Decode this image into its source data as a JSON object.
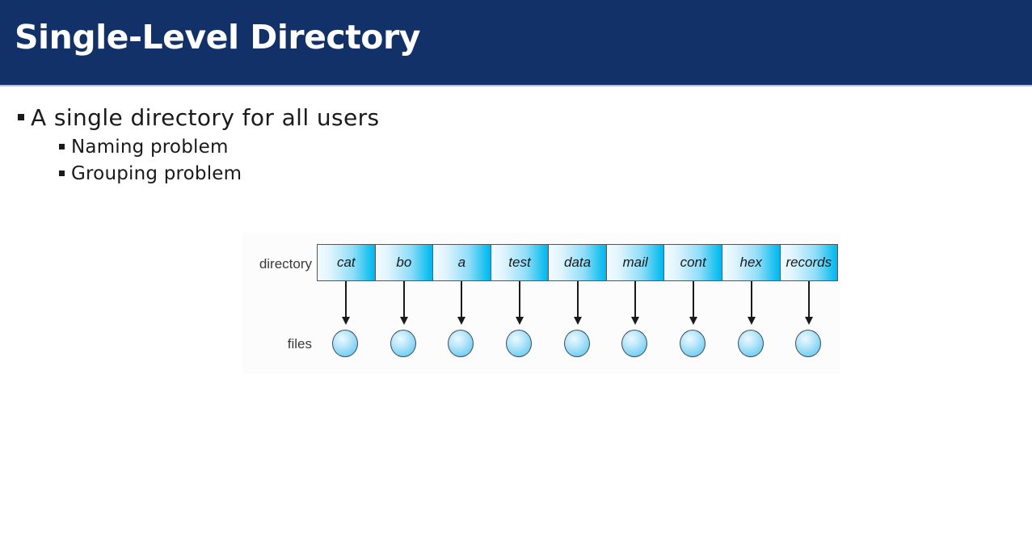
{
  "slide": {
    "title": "Single-Level Directory",
    "header_color": "#123169",
    "header_text_color": "#ffffff",
    "rule_color": "#b9bfd6",
    "background_color": "#ffffff"
  },
  "bullets": [
    {
      "level": 1,
      "text": "A single directory for all users"
    },
    {
      "level": 2,
      "text": "Naming problem"
    },
    {
      "level": 2,
      "text": "Grouping problem"
    }
  ],
  "diagram": {
    "row_label": "directory",
    "files_label": "files",
    "entries": [
      "cat",
      "bo",
      "a",
      "test",
      "data",
      "mail",
      "cont",
      "hex",
      "records"
    ],
    "entry_count": 9,
    "file_node_count": 9,
    "cell_gradient_from": "#f2fbff",
    "cell_gradient_to": "#00b5ef",
    "cell_border_color": "#555555",
    "arrow_color": "#1a1a1a",
    "circle_fill": "#82d4f4",
    "circle_border": "#3d4a55"
  }
}
